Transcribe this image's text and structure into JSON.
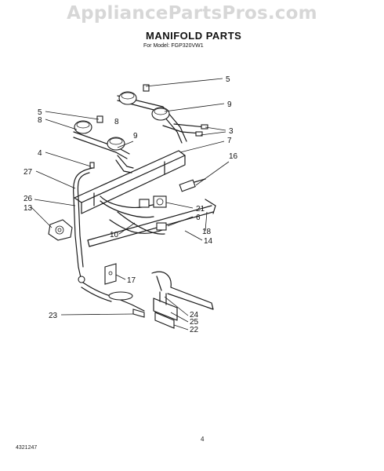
{
  "watermark": "AppliancePartsPros.com",
  "header": {
    "title": "MANIFOLD PARTS",
    "subtitle": "For Model: FGP320VW1"
  },
  "footer": {
    "doc_number": "4321247",
    "page_mark": "4"
  },
  "callouts": [
    "5",
    "9",
    "5",
    "8",
    "8",
    "3",
    "9",
    "7",
    "4",
    "16",
    "27",
    "26",
    "21",
    "13",
    "6",
    "18",
    "10",
    "14",
    "17",
    "24",
    "23",
    "25",
    "22"
  ]
}
